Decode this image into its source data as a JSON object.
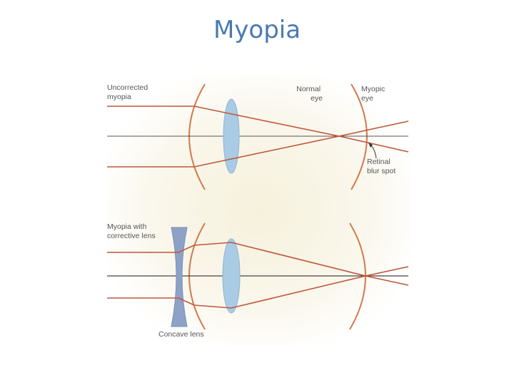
{
  "title": "Myopia",
  "diagram": {
    "top_panel": {
      "label_lines": [
        "Uncorrected",
        "myopia"
      ],
      "normal_eye_lines": [
        "Normal",
        "eye"
      ],
      "myopic_eye_lines": [
        "Myopic",
        "eye"
      ],
      "blur_lines": [
        "Retinal",
        "blur spot"
      ]
    },
    "bottom_panel": {
      "label_lines": [
        "Myopia with",
        "corrective lens"
      ],
      "concave_lens_label": "Concave lens"
    }
  },
  "colors": {
    "title": "#4a7ab0",
    "ray": "#c0573a",
    "eye_arc": "#d07a4e",
    "convex_lens": "#a9cbe4",
    "concave_lens": "#8ea2c8",
    "axis": "#555555",
    "background_glow": "#f6f1dc"
  }
}
